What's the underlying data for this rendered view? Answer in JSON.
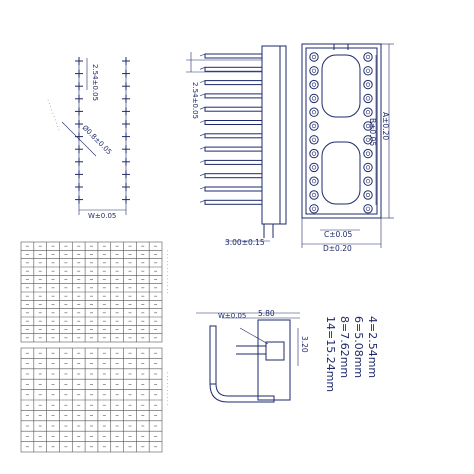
{
  "dimensions": {
    "pitch_left": "2.54±0.05",
    "pitch_side": "2.54±0.05",
    "hole_dia": "Ø0.8±0.05",
    "row_w_left": "W±0.05",
    "pin_len": "3.00±0.15",
    "width_c": "C±0.05",
    "width_d": "D±0.20",
    "length_a": "A±0.20",
    "length_b": "B±0.05",
    "bottom_w": "W±0.05",
    "bottom_580": "5.80",
    "bottom_320": "3.20"
  },
  "row_spacing_notes": [
    "4=2.54mm",
    "6=5.08mm",
    "8=7.62mm",
    "14=15.24mm"
  ],
  "row_spacing_prefixes": [
    "4",
    "6",
    "8",
    "14"
  ],
  "colors": {
    "ink": "#1e2a6b",
    "grid": "#555555"
  }
}
